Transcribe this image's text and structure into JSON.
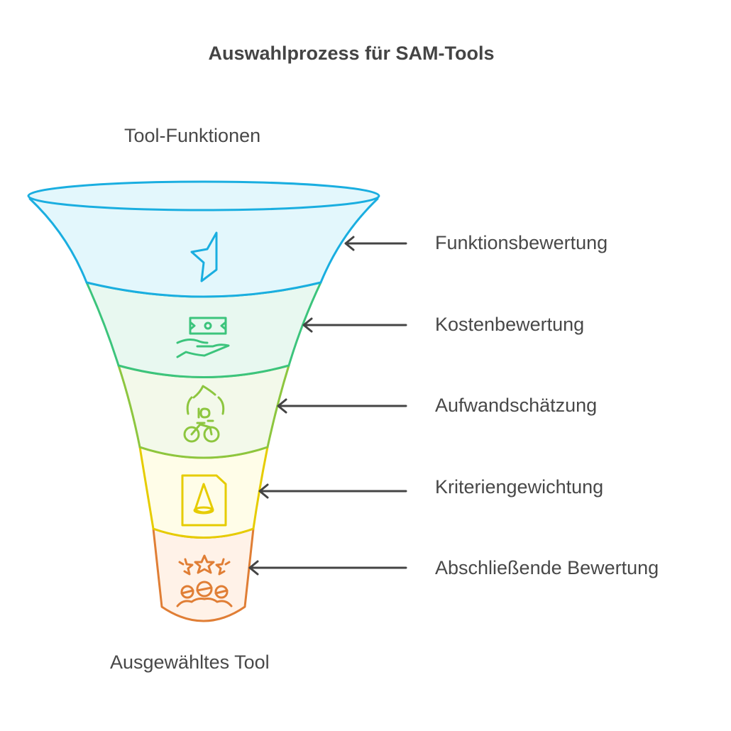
{
  "title": "Auswahlprozess für SAM-Tools",
  "top_label": "Tool-Funktionen",
  "bottom_label": "Ausgewähltes Tool",
  "stages": [
    {
      "label": "Funktionsbewertung",
      "icon": "star-half-icon",
      "stroke": "#1AAEE0",
      "fill": "#E3F7FC"
    },
    {
      "label": "Kostenbewertung",
      "icon": "money-hand-icon",
      "stroke": "#3CC47C",
      "fill": "#E8F8F0"
    },
    {
      "label": "Aufwandschätzung",
      "icon": "bike-effort-icon",
      "stroke": "#8DC63F",
      "fill": "#F3F9EA"
    },
    {
      "label": "Kriteriengewichtung",
      "icon": "weight-document-icon",
      "stroke": "#E6CC00",
      "fill": "#FFFDE8"
    },
    {
      "label": "Abschließende Bewertung",
      "icon": "rating-stars-people-icon",
      "stroke": "#E07E35",
      "fill": "#FFF2E8"
    }
  ],
  "arrow_color": "#444444",
  "icon_10": "10"
}
